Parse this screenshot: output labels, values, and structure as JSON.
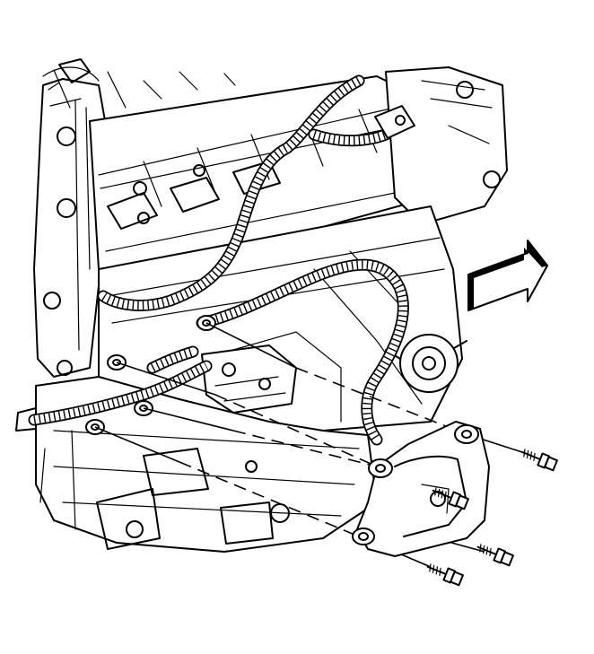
{
  "figure": {
    "line_color": "#000000",
    "background_color": "#ffffff",
    "arrow_fill": "#000000",
    "arrow_direction": "forward"
  },
  "bolts": {
    "count": 4
  },
  "mount_holes": {
    "count": 3
  }
}
